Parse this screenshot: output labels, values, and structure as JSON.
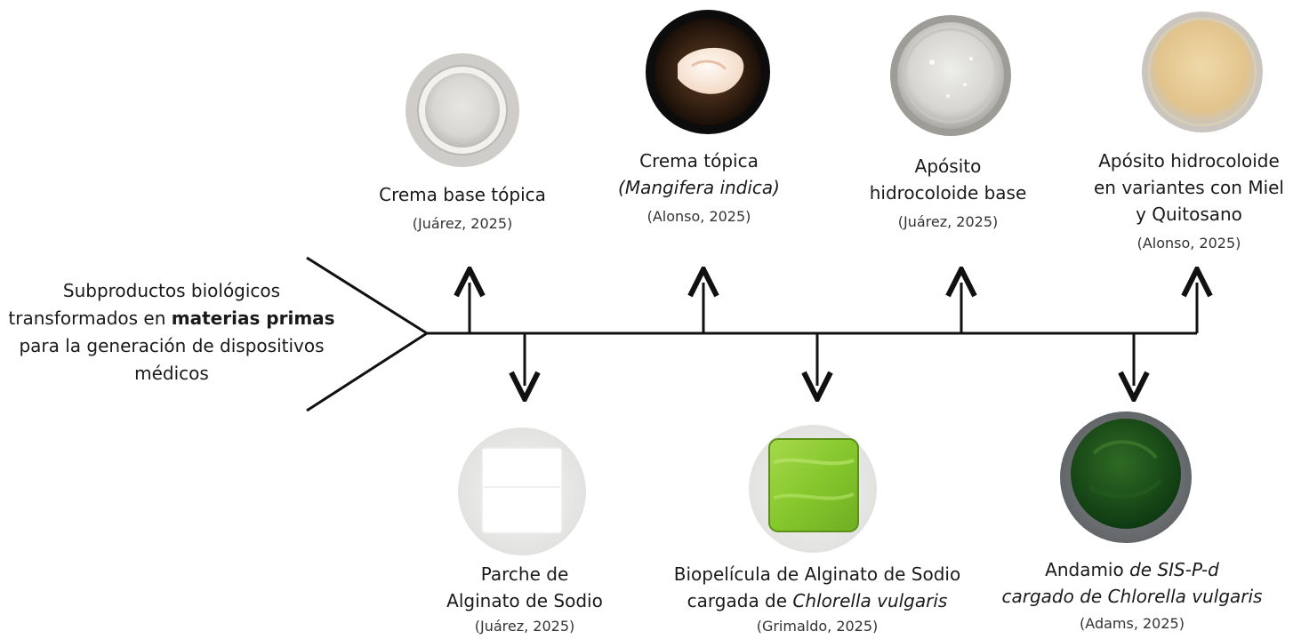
{
  "root": {
    "line1": "Subproductos biológicos",
    "line2_pre": "transformados en ",
    "line2_bold": "materias primas",
    "line3": "para la generación de dispositivos",
    "line4": "médicos"
  },
  "items": [
    {
      "key": "crema_base",
      "lines": [
        "Crema base tópica"
      ],
      "citation": "(Juárez, 2025)"
    },
    {
      "key": "crema_topica",
      "lines": [
        "Crema tópica"
      ],
      "italic_line": "(Mangifera indica)",
      "citation": "(Alonso, 2025)"
    },
    {
      "key": "aposito_base",
      "lines": [
        "Apósito",
        "hidrocoloide base"
      ],
      "citation": "(Juárez, 2025)"
    },
    {
      "key": "aposito_miel",
      "lines": [
        "Apósito hidrocoloide",
        "en variantes con Miel",
        "y Quitosano"
      ],
      "citation": "(Alonso, 2025)"
    },
    {
      "key": "parche",
      "lines": [
        "Parche de",
        "Alginato de Sodio"
      ],
      "citation": "(Juárez, 2025)"
    },
    {
      "key": "biopelicula",
      "line1": "Biopelícula de Alginato de Sodio",
      "line2_pre": "cargada de ",
      "line2_italic": "Chlorella vulgaris",
      "citation": "(Grimaldo, 2025)"
    },
    {
      "key": "andamio",
      "line1_pre": "Andamio ",
      "line1_italic": "de SIS-P-d",
      "line2_italic": "cargado de Chlorella vulgaris",
      "citation": "(Adams, 2025)"
    }
  ]
}
